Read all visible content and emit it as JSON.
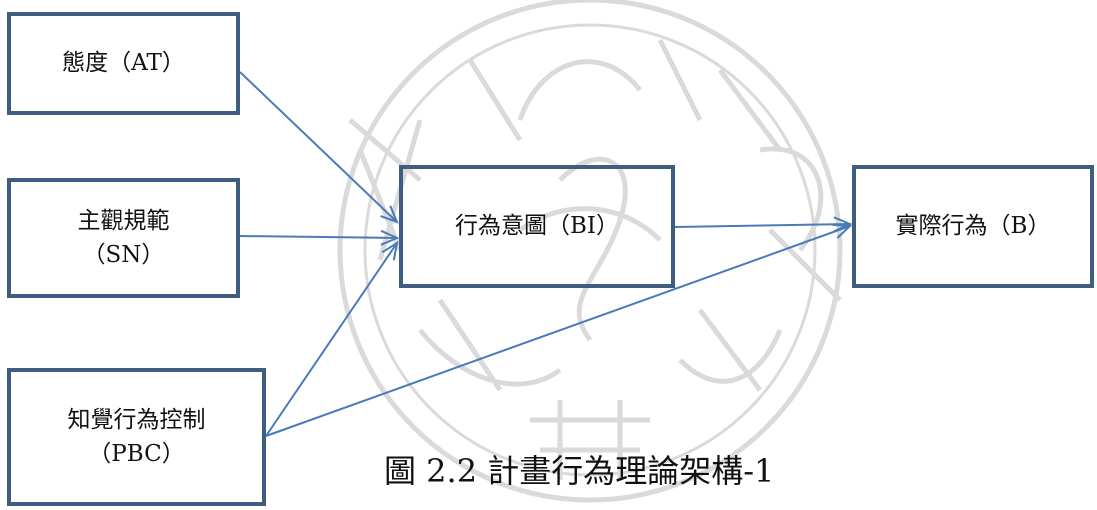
{
  "diagram": {
    "nodes": {
      "attitude": {
        "lines": [
          "態度（AT）"
        ]
      },
      "subjective_norm": {
        "lines": [
          "主觀規範",
          "（SN）"
        ]
      },
      "pbc": {
        "lines": [
          "知覺行為控制",
          "（PBC）"
        ]
      },
      "intention": {
        "lines": [
          "行為意圖（BI）"
        ]
      },
      "behavior": {
        "lines": [
          "實際行為（B）"
        ]
      }
    },
    "edges": [
      {
        "from": "attitude",
        "to": "intention"
      },
      {
        "from": "subjective_norm",
        "to": "intention"
      },
      {
        "from": "pbc",
        "to": "intention"
      },
      {
        "from": "pbc",
        "to": "behavior"
      },
      {
        "from": "intention",
        "to": "behavior"
      }
    ],
    "edge_color": "#4a7ab8",
    "box_border_color": "#3f5d80"
  },
  "caption": "圖 2.2 計畫行為理論架構-1"
}
